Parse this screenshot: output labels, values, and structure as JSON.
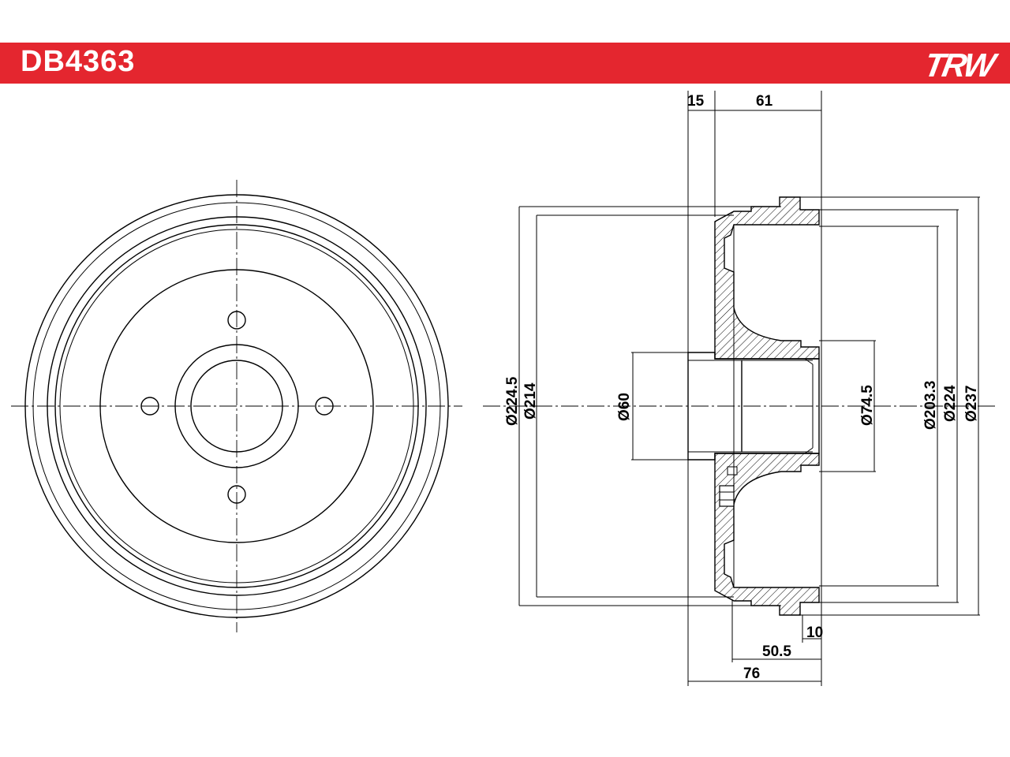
{
  "header": {
    "part_number": "DB4363",
    "brand": "TRW",
    "color": "#e4262f"
  },
  "dimensions": {
    "top_15": "15",
    "top_61": "61",
    "d224_5": "Ø224.5",
    "d214": "Ø214",
    "d60": "Ø60",
    "d74_5": "Ø74.5",
    "d203_3": "Ø203.3",
    "d224": "Ø224",
    "d237": "Ø237",
    "bottom_10": "10",
    "bottom_50_5": "50.5",
    "bottom_76": "76"
  }
}
